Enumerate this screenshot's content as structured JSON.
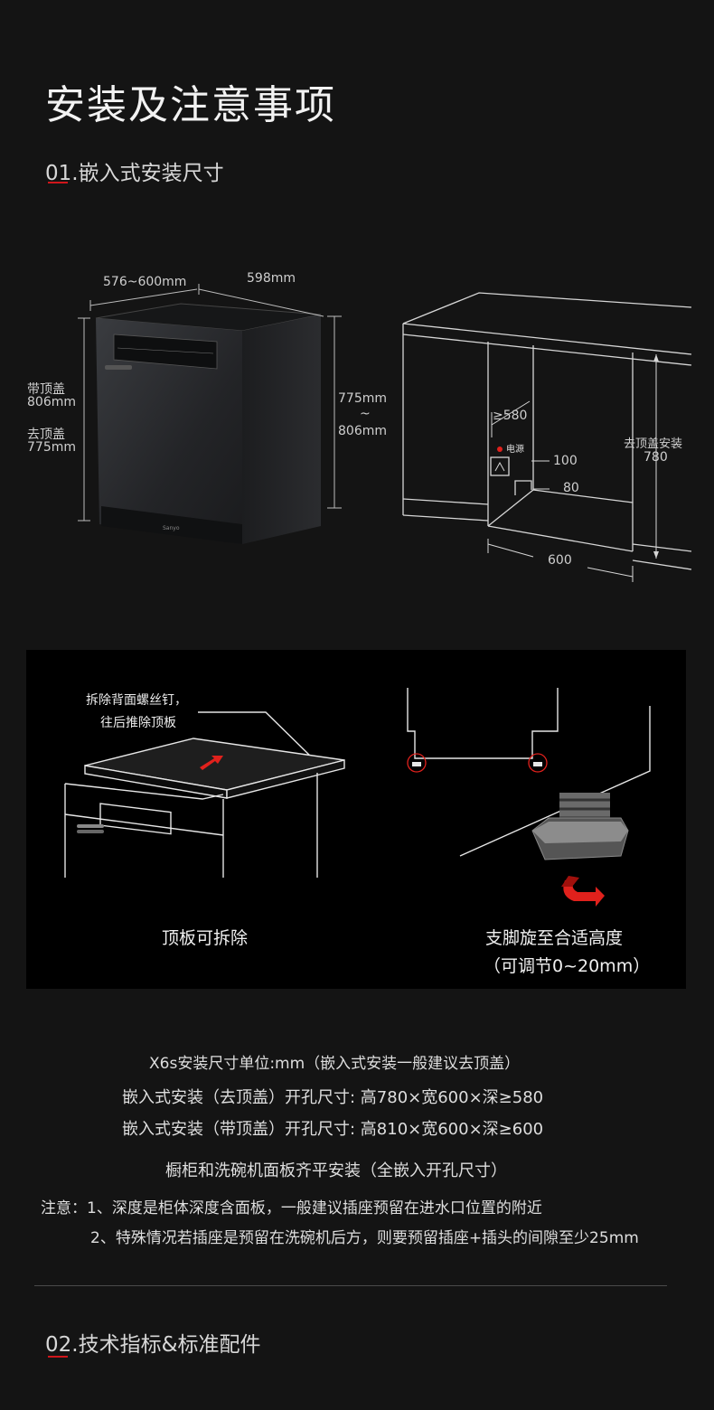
{
  "header": {
    "title": "安装及注意事项"
  },
  "section1": {
    "title": "01.嵌入式安装尺寸"
  },
  "dims": {
    "depth": "576~600mm",
    "width": "598mm",
    "with_cover_label": "带顶盖",
    "with_cover_value": "806mm",
    "without_cover_label": "去顶盖",
    "without_cover_value": "775mm",
    "height_top": "775mm",
    "height_mid": "~",
    "height_bottom": "806mm",
    "niche_depth": "≥580",
    "power_label": "电源",
    "dim_100": "100",
    "dim_80": "80",
    "dim_600": "600",
    "install_label": "去顶盖安装",
    "install_value": "780",
    "brand": "Sanyo"
  },
  "panel": {
    "callout_line1": "拆除背面螺丝钉，",
    "callout_line2": "往后推除顶板",
    "left_caption": "顶板可拆除",
    "right_caption_line1": "支脚旋至合适高度",
    "right_caption_line2": "（可调节0~20mm）"
  },
  "notes": {
    "line1": "X6s安装尺寸单位:mm（嵌入式安装一般建议去顶盖）",
    "line2": "嵌入式安装（去顶盖）开孔尺寸: 高780×宽600×深≥580",
    "line3": "嵌入式安装（带顶盖）开孔尺寸: 高810×宽600×深≥600",
    "line4": "橱柜和洗碗机面板齐平安装（全嵌入开孔尺寸）",
    "note1": "注意：1、深度是柜体深度含面板，一般建议插座预留在进水口位置的附近",
    "note2": "2、特殊情况若插座是预留在洗碗机后方，则要预留插座+插头的间隙至少25mm"
  },
  "section2": {
    "title": "02.技术指标&标准配件"
  },
  "colors": {
    "accent": "#d0161b",
    "background": "#141414",
    "panel": "#000000"
  }
}
